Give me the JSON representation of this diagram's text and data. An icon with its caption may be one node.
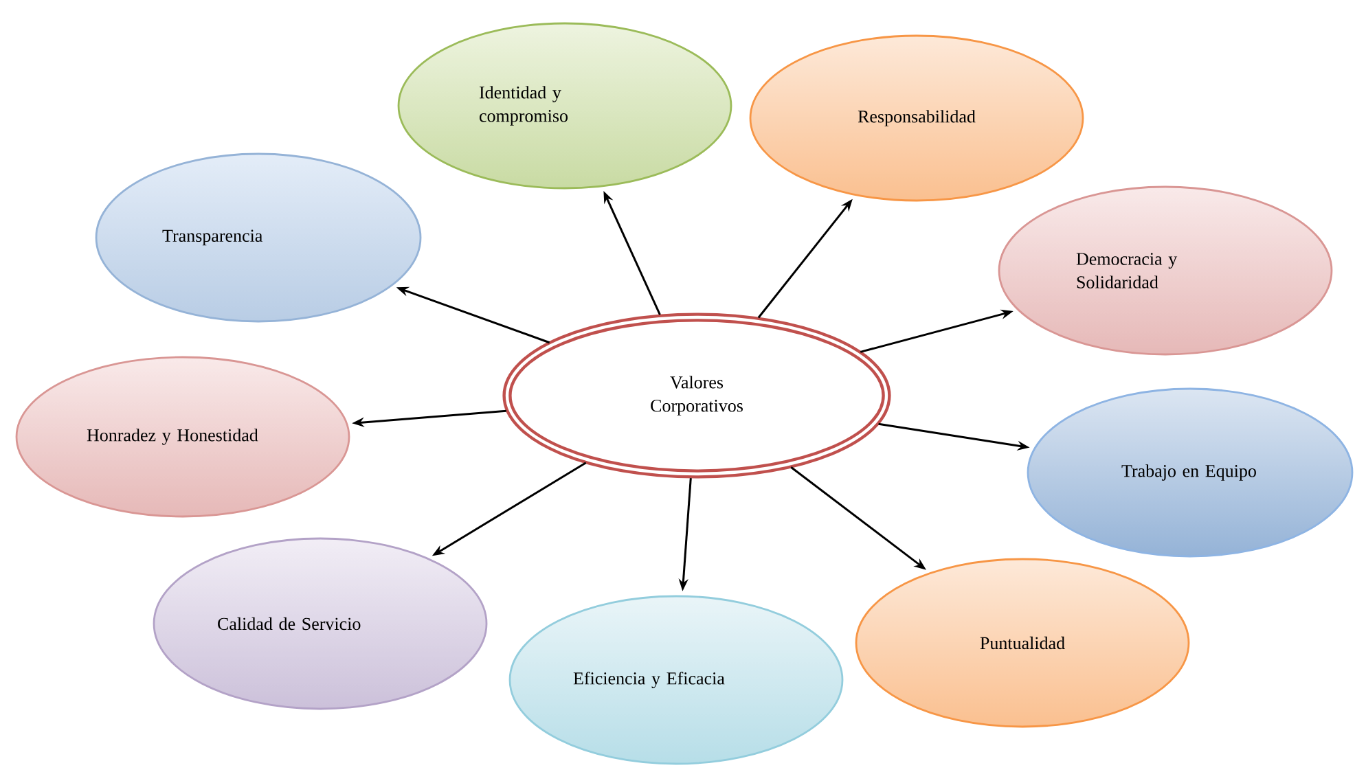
{
  "diagram": {
    "nodes": [
      {
        "text": [
          "Valores Corporativos"
        ]
      },
      {
        "text": [
          "Identidad y compromiso"
        ]
      },
      {
        "text": [
          "Responsabilidad"
        ]
      },
      {
        "text": [
          "Transparencia"
        ]
      },
      {
        "text": [
          "Democracia y Solidaridad"
        ]
      },
      {
        "text": [
          "Honradez y Honestidad"
        ]
      },
      {
        "text": [
          "Trabajo en Equipo"
        ]
      },
      {
        "text": [
          "Calidad de Servicio"
        ]
      },
      {
        "text": [
          "Puntualidad"
        ]
      },
      {
        "text": [
          "Eficiencia y Eficacia"
        ]
      }
    ],
    "edges": [
      {
        "from": 0,
        "to": 1,
        "arrow": "to"
      },
      {
        "from": 0,
        "to": 2,
        "arrow": "to"
      },
      {
        "from": 0,
        "to": 3,
        "arrow": "to"
      },
      {
        "from": 0,
        "to": 4,
        "arrow": "to"
      },
      {
        "from": 0,
        "to": 5,
        "arrow": "to"
      },
      {
        "from": 0,
        "to": 6,
        "arrow": "to"
      },
      {
        "from": 0,
        "to": 7,
        "arrow": "to"
      },
      {
        "from": 0,
        "to": 8,
        "arrow": "to"
      },
      {
        "from": 0,
        "to": 9,
        "arrow": "to"
      }
    ]
  }
}
